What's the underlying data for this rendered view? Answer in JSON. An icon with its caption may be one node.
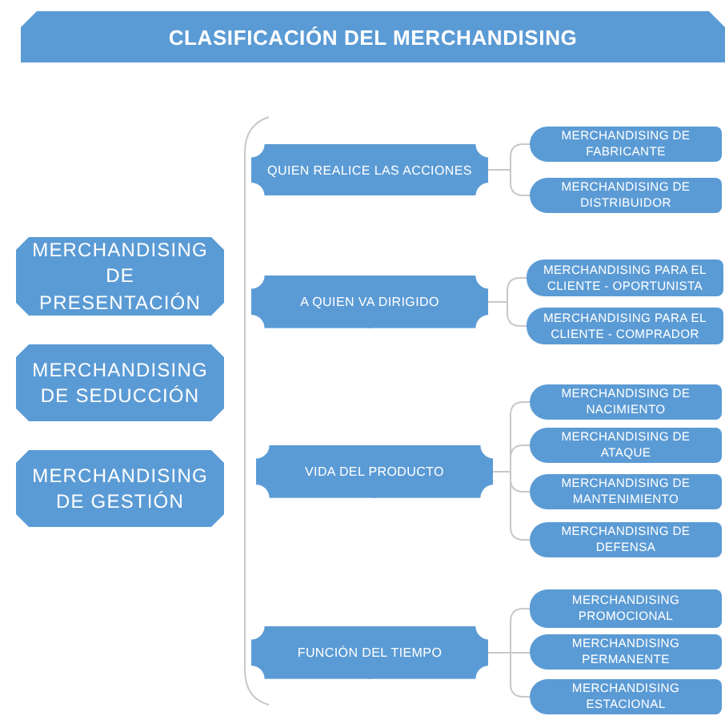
{
  "diagram": {
    "title": "CLASIFICACIÓN DEL MERCHANDISING",
    "nodes": [
      {
        "text": [
          "MERCHANDISING DE PRESENTACIÓN"
        ]
      },
      {
        "text": [
          "MERCHANDISING DE SEDUCCIÓN"
        ]
      },
      {
        "text": [
          "MERCHANDISING DE GESTIÓN"
        ]
      },
      {
        "text": [
          "QUIEN REALICE LAS ACCIONES"
        ]
      },
      {
        "text": [
          "MERCHANDISING DE FABRICANTE"
        ]
      },
      {
        "text": [
          "MERCHANDISING DE DISTRIBUIDOR"
        ]
      },
      {
        "text": [
          "A QUIEN VA DIRIGIDO"
        ]
      },
      {
        "text": [
          "MERCHANDISING PARA EL CLIENTE - OPORTUNISTA"
        ]
      },
      {
        "text": [
          "MERCHANDISING PARA EL CLIENTE - COMPRADOR"
        ]
      },
      {
        "text": [
          "VIDA DEL PRODUCTO"
        ]
      },
      {
        "text": [
          "MERCHANDISING DE NACIMIENTO"
        ]
      },
      {
        "text": [
          "MERCHANDISING DE ATAQUE"
        ]
      },
      {
        "text": [
          "MERCHANDISING DE MANTENIMIENTO"
        ]
      },
      {
        "text": [
          "MERCHANDISING DE DEFENSA"
        ]
      },
      {
        "text": [
          "FUNCIÓN DEL TIEMPO"
        ]
      },
      {
        "text": [
          "MERCHANDISING PROMOCIONAL"
        ]
      },
      {
        "text": [
          "MERCHANDISING PERMANENTE"
        ]
      },
      {
        "text": [
          "MERCHANDISING ESTACIONAL"
        ]
      }
    ],
    "edges": [
      {
        "from": 3,
        "to": 4,
        "arrow": "none"
      },
      {
        "from": 3,
        "to": 5,
        "arrow": "none"
      },
      {
        "from": 6,
        "to": 7,
        "arrow": "none"
      },
      {
        "from": 6,
        "to": 8,
        "arrow": "none"
      },
      {
        "from": 9,
        "to": 10,
        "arrow": "none"
      },
      {
        "from": 9,
        "to": 11,
        "arrow": "none"
      },
      {
        "from": 9,
        "to": 12,
        "arrow": "none"
      },
      {
        "from": 9,
        "to": 13,
        "arrow": "none"
      },
      {
        "from": 14,
        "to": 15,
        "arrow": "none"
      },
      {
        "from": 14,
        "to": 16,
        "arrow": "none"
      },
      {
        "from": 14,
        "to": 17,
        "arrow": "none"
      }
    ]
  }
}
